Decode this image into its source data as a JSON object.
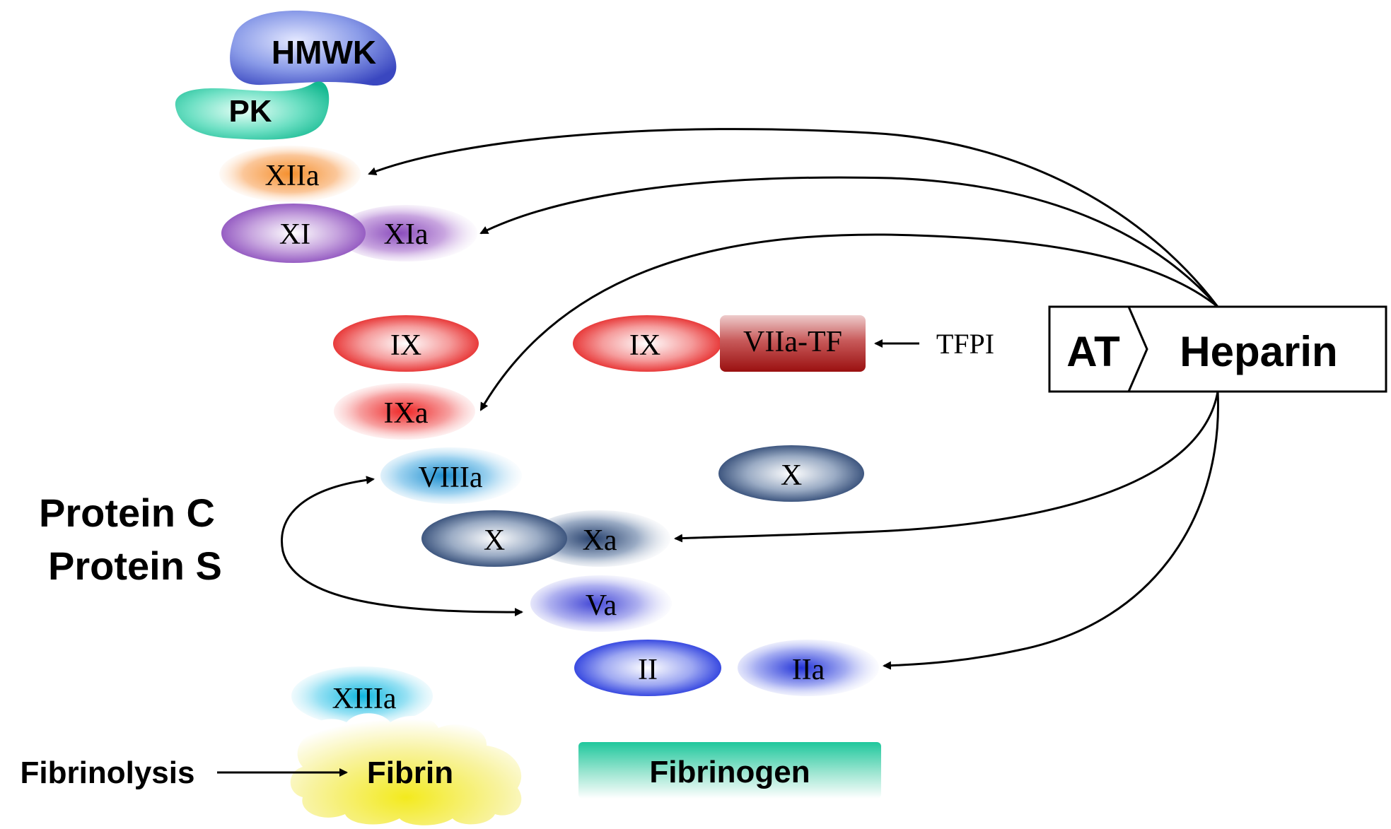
{
  "diagram": {
    "inhibitor_box": {
      "at": "AT",
      "heparin": "Heparin"
    },
    "contact": {
      "hmwk": "HMWK",
      "pk": "PK"
    },
    "factors": {
      "xiia": "XIIa",
      "xi": "XI",
      "xia": "XIa",
      "ix": "IX",
      "ixa": "IXa",
      "ix_extrinsic": "IX",
      "viia_tf": "VIIa-TF",
      "viiia": "VIIIa",
      "x_extrinsic": "X",
      "x": "X",
      "xa": "Xa",
      "va": "Va",
      "ii": "II",
      "iia": "IIa",
      "xiiia": "XIIIa"
    },
    "tfpi": "TFPI",
    "protein_c": "Protein C",
    "protein_s": "Protein S",
    "fibrinolysis": "Fibrinolysis",
    "fibrin": "Fibrin",
    "fibrinogen": "Fibrinogen",
    "colors": {
      "contact_blue": "#5a6fd6",
      "contact_teal": "#2fd0b0",
      "orange": "#f7a460",
      "purple": "#9a5cc0",
      "red": "#ee3b3b",
      "dark_red": "#a81818",
      "sky_blue": "#2ba0d8",
      "navy": "#2e4a78",
      "indigo": "#4b4fd8",
      "blue": "#2c3fe0",
      "cyan": "#19bde0",
      "fibrin_yellow": "#f8f070",
      "fibrinogen_green": "#22c9a0"
    }
  }
}
